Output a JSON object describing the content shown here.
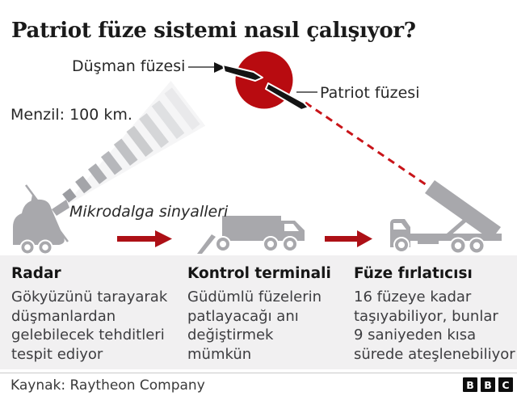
{
  "title": "Patriot füze sistemi nasıl çalışıyor?",
  "diagram": {
    "enemy_missile_label": "Düşman füzesi",
    "patriot_missile_label": "Patriot füzesi",
    "range_label": "Menzil: 100 km.",
    "microwave_label": "Mikrodalga sinyalleri"
  },
  "columns": [
    {
      "heading": "Radar",
      "body": "Gökyüzünü tarayarak\ndüşmanlardan\ngelebilecek tehditleri\ntespit ediyor"
    },
    {
      "heading": "Kontrol terminali",
      "body": "Güdümlü füzelerin\npatlayacağı anı\ndeğiştirmek\nmümkün"
    },
    {
      "heading": "Füze fırlatıcısı",
      "body": "16 füzeye kadar\ntaşıyabiliyor, bunlar\n9 saniyeden kısa\nsürede ateşlenebiliyor"
    }
  ],
  "footer": {
    "source": "Kaynak: Raytheon Company",
    "logo": [
      "B",
      "B",
      "C"
    ]
  },
  "colors": {
    "explosion_red": "#b80b10",
    "arrow_red": "#ad1016",
    "trajectory_red": "#c81419",
    "vehicle_gray": "#a8a8ac",
    "panel_bg": "#f1f0f1"
  }
}
